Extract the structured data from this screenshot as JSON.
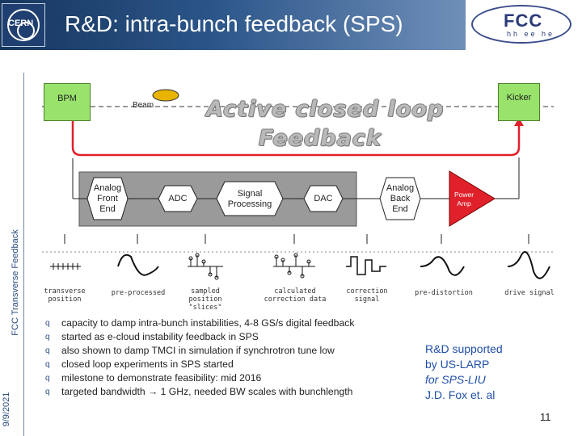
{
  "header": {
    "title": "R&D: intra-bunch feedback (SPS)",
    "cern_logo_text": "CERN",
    "fcc_logo_main": "FCC",
    "fcc_logo_sub": "hh ee he"
  },
  "sidebar": {
    "label": "FCC Transverse Feedback",
    "date": "9/9/2021"
  },
  "diagram": {
    "bpm": "BPM",
    "kicker": "Kicker",
    "beam": "Beam",
    "active_line1": "Active closed loop",
    "active_line2": "Feedback",
    "afe": [
      "Analog",
      "Front",
      "End"
    ],
    "adc": "ADC",
    "signal_processing": [
      "Signal",
      "Processing"
    ],
    "dac": "DAC",
    "abe": [
      "Analog",
      "Back",
      "End"
    ],
    "power_amp": [
      "Power",
      "Amp"
    ],
    "waveform_labels": [
      [
        "transverse",
        "position"
      ],
      [
        "pre-processed"
      ],
      [
        "sampled",
        "position",
        "\"slices\""
      ],
      [
        "calculated",
        "correction data"
      ],
      [
        "correction",
        "signal"
      ],
      [
        "pre-distortion"
      ],
      [
        "drive signal"
      ]
    ]
  },
  "bullets": [
    "capacity to damp intra-bunch instabilities, 4-8 GS/s digital feedback",
    "started as e-cloud instability feedback in SPS",
    "also shown to damp TMCI in simulation if synchrotron tune low",
    "closed loop experiments in SPS started",
    "milestone to demonstrate feasibility: mid 2016",
    "targeted bandwidth  → 1 GHz, needed BW scales with bunchlength"
  ],
  "bullet_marker": "q",
  "side_note": [
    "R&D supported",
    "by US-LARP",
    "for SPS-LIU",
    "J.D. Fox et. al"
  ],
  "page_number": "11",
  "colors": {
    "header_bar": "#2b5589",
    "green_box": "#99e36c",
    "red_loop": "#e0202a",
    "gray_box": "#9a9a9a",
    "note_blue": "#1f4fa8"
  }
}
